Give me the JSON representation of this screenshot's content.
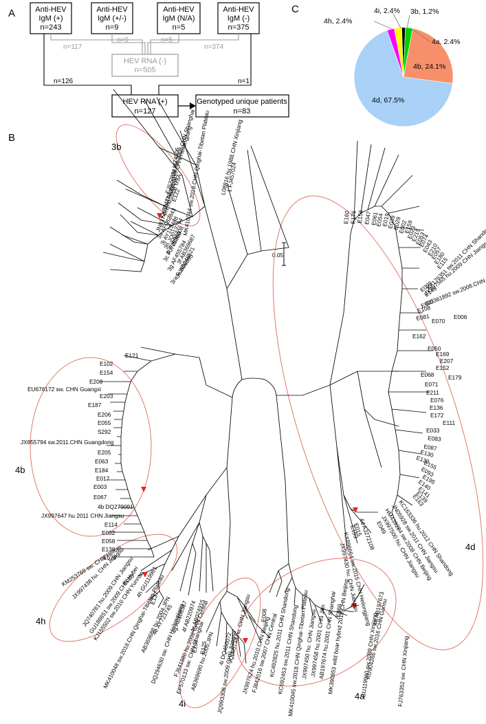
{
  "panel_a": {
    "letter": "A",
    "boxes": [
      {
        "line1": "Anti-HEV",
        "line2": "IgM (+)",
        "line3": "n=243"
      },
      {
        "line1": "Anti-HEV",
        "line2": "IgM (+/-)",
        "line3": "n=9"
      },
      {
        "line1": "Anti-HEV",
        "line2": "IgM (N/A)",
        "line3": "n=5"
      },
      {
        "line1": "Anti-HEV",
        "line2": "IgM (-)",
        "line3": "n=375"
      }
    ],
    "to_negative": [
      "n=117",
      "n=9",
      "n=5",
      "n=374"
    ],
    "negative_box": {
      "line1": "HEV RNA (-)",
      "line2": "n=505"
    },
    "to_positive_left": "n=126",
    "to_positive_right": "n=1",
    "positive_box": {
      "line1": "HEV RNA (+)",
      "line2": "n=127"
    },
    "genotyped_box": {
      "line1": "Genotyped unique patients",
      "line2": "n=83"
    }
  },
  "panel_b": {
    "letter": "B",
    "scale": "0.05",
    "clades": {
      "c3b": "3b",
      "c4b": "4b",
      "c4h": "4h",
      "c4i": "4i",
      "c4a": "4a",
      "c4d": "4d"
    },
    "tips": {
      "t3b1": "FJ527832 sw.2008.CHN Shanghai",
      "t3b2": "KX574712 sw.2015 CHN Heilongjiang",
      "t3b3": "3b AP003430",
      "t3b4": "E122",
      "t3b5": "MK410044 sw.2018.CHN Qinghai-Tibetan Plateau",
      "t2a": "2a M74506",
      "t1a": "L08816 hu.1988.CHN Xinjiang",
      "t1f": "1 FJ457024",
      "t3a1": "JN837481 hu.2008 USA",
      "t3a2": "3a AF082843",
      "t3j": "3j AY115488",
      "t3h": "3h JQ013794",
      "t3i": "3i FJ998008",
      "t3c": "3c FJ705359",
      "t3f": "3f AB369687",
      "t3g": "3g AF455784",
      "t3e": "3e AB248521",
      "t3ra": "3ra FJ906895",
      "t4b1": "E121",
      "t4b2": "E102",
      "t4b3": "E154",
      "t4b4": "E208",
      "t4b5": "EU676172 sw. CHN Guangxi",
      "t4b6": "E203",
      "t4b7": "E187",
      "t4b8": "E206",
      "t4b9": "E055",
      "t4b10": "S292",
      "t4b11": "JX855794 sw.2011.CHN Guangdong",
      "t4b12": "E205",
      "t4b13": "E063",
      "t4b14": "E184",
      "t4b15": "E017",
      "t4b16": "E003",
      "t4b17": "E067",
      "t4b18": "4b DQ279091",
      "t4b19": "JX997647 hu 2011 CHN Jiangsu",
      "t4b20": "E114",
      "t4b21": "E082",
      "t4b22": "E058",
      "t4b23": "E138",
      "t4b24": "E079",
      "t4h1": "KM253769 sw. CHN Henan",
      "t4h2": "E030",
      "t4h3": "JX997438 hu. CHN Jiangsu",
      "t4h4": "4h GU119961",
      "t4h5": "JQ740781 hu.2009.CHN Jiangsu",
      "t4h6": "GU188851 sw.2009.CHN Hubei",
      "t4h7": "E137",
      "t4h8": "KJ155502 sw.2010 CHN Yunnan",
      "t4e": "4e AY723745",
      "t4g1": "AB369688 hu.2004.JPN",
      "t4g2": "4g AB108537",
      "t4f": "4f AB220974",
      "t4c": "4c AB074915",
      "t4m1": "MK410048 sw.2018.CHN Qinghai-Tibetan Plateau",
      "t4m2": "DQ294630 sw. CHN Heilongjiang",
      "t4i1": "FJ641980 hu.2008 CHN Central",
      "t4i2": "EF570133 sw. CHN Shanghai",
      "t4i3": "AB369690 hu.2005.JPN",
      "t4i4": "E204",
      "t4i5": "E125",
      "t4i6": "4i DQ450072",
      "t4i7": "JQ655733 hu. CHN Jiangsu",
      "t4i8": "JQ993308 sw.2009.CHN Jiangsu",
      "t4a1": "JX997624 hu.2010.CHN Beijing",
      "t4a2": "FJ842016 sw.2007 CHN Central",
      "t4a3": "E008",
      "t4a4": "KC492825 hu.2011 CHN Shandong",
      "t4a5": "KC692453 sw.2011 CHN Shandong",
      "t4a6": "MK410045 sw.2018.CHN Qinghai-Tibetan Plateau",
      "t4a7": "JX997450 hu. CHN Jiangsu",
      "t4a8": "JX997458 hu.2001 CHN Jilin",
      "t4a9": "AB197674 hu.2001 CHN Shanghai",
      "t4a10": "MK390953 wild boar hybrid 2018 CHN Beijing",
      "t4a11": "E069",
      "t4a12": "GU119960 sw.2009 CHN Xinjiang",
      "t4a13": "KU904266 sw.2016 CHN Gansu",
      "t4a14": "4a AB197673",
      "t4a15": "FJ763352 sw. CHN Xinjiang",
      "t4d1": "E160",
      "t4d2": "E176",
      "t4d3": "E156",
      "t4d4": "E047",
      "t4d5": "E061",
      "t4d6": "E054",
      "t4d7": "E019",
      "t4d8": "E039",
      "t4d9": "E029",
      "t4d10": "E002",
      "t4d11": "E159",
      "t4d12": "E023",
      "t4d13": "E215",
      "t4d14": "E053",
      "t4d15": "E074",
      "t4d16": "E043",
      "t4d17": "E210",
      "t4d18": "E057",
      "t4d19": "E180",
      "t4d20": "E115",
      "t4d21": "KF176351 sw.2011 CHN Shandong",
      "t4d22": "JX997565 hu.2009 CHN Jiangsu",
      "t4d23": "E099",
      "t4d24": "E149",
      "t4d25": "GU361892 sw.2008.CHN Hubei",
      "t4d26": "E005",
      "t4d27": "E108",
      "t4d28": "E081",
      "t4d29": "E070",
      "t4d30": "E006",
      "t4d31": "E162",
      "t4d32": "E050",
      "t4d33": "E169",
      "t4d34": "E207",
      "t4d35": "E152",
      "t4d36": "E068",
      "t4d37": "E179",
      "t4d38": "E071",
      "t4d39": "E211",
      "t4d40": "E076",
      "t4d41": "E136",
      "t4d42": "E172",
      "t4d43": "E111",
      "t4d44": "E033",
      "t4d45": "E083",
      "t4d46": "E087",
      "t4d47": "E130",
      "t4d48": "E130",
      "t4d49": "E155",
      "t4d50": "E093",
      "t4d51": "E195",
      "t4d52": "E140",
      "t4d53": "E141",
      "t4d54": "E139",
      "t4d55": "E163",
      "t4d56": "KC163336 hu.2012 CHN Shandong",
      "t4d57": "JN05928 sw.2011 CHN Jiangsu",
      "t4d58": "HM439284 sw.2008 CHN Beijing",
      "t4d59": "JX997500 hu. CHN Jiangsu",
      "t4d60": "E049",
      "t4d61": "4d AJ272108",
      "t4d62": "E015",
      "t4d63": "E193",
      "t4d64": "KX896664 sw.2015 CHN Heilongjiang",
      "t4d65": "JX997430 hu. CHN Jiangsu"
    }
  },
  "panel_c": {
    "letter": "C",
    "chart_data": {
      "type": "pie",
      "title": "",
      "slices": [
        {
          "label": "4d",
          "value": 67.5,
          "text": "4d, 67.5%",
          "color": "#a9d1f7"
        },
        {
          "label": "4b",
          "value": 24.1,
          "text": "4b, 24.1%",
          "color": "#f7906a"
        },
        {
          "label": "4a",
          "value": 2.4,
          "text": "4a, 2.4%",
          "color": "#00d400"
        },
        {
          "label": "3b",
          "value": 1.2,
          "text": "3b, 1.2%",
          "color": "#000000"
        },
        {
          "label": "4i",
          "value": 2.4,
          "text": "4i, 2.4%",
          "color": "#ffff00"
        },
        {
          "label": "4h",
          "value": 2.4,
          "text": "4h, 2.4%",
          "color": "#ff00ff"
        }
      ]
    }
  },
  "colors": {
    "tree_line": "#000000",
    "ellipse": "#e0786a",
    "marker": "#e8241c",
    "grey": "#9a9a9a"
  }
}
